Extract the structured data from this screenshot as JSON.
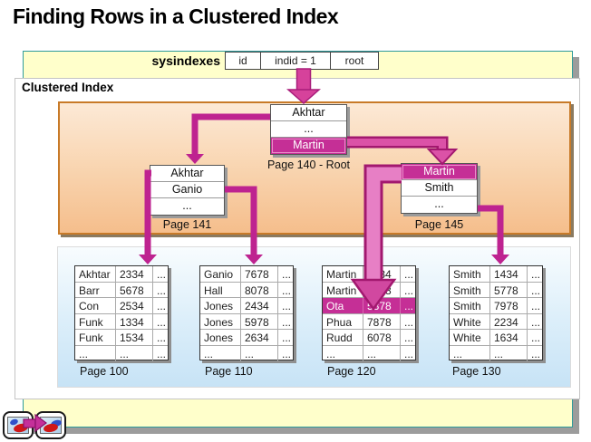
{
  "slide": {
    "title": "Finding Rows in a Clustered Index"
  },
  "sysindexes": {
    "label": "sysindexes",
    "columns": [
      "id",
      "indid = 1",
      "root"
    ]
  },
  "clustered_index": {
    "label": "Clustered Index"
  },
  "root_page": {
    "caption": "Page 140 - Root",
    "highlight_row": 2,
    "rows": [
      "Akhtar",
      "...",
      "Martin"
    ]
  },
  "index_page_141": {
    "caption": "Page 141",
    "rows": [
      "Akhtar",
      "Ganio",
      "..."
    ]
  },
  "index_page_145": {
    "caption": "Page 145",
    "highlight_row": 0,
    "rows": [
      "Martin",
      "Smith",
      "..."
    ]
  },
  "leaf_page_100": {
    "caption": "Page 100",
    "rows": [
      [
        "Akhtar",
        "2334",
        "..."
      ],
      [
        "Barr",
        "5678",
        "..."
      ],
      [
        "Con",
        "2534",
        "..."
      ],
      [
        "Funk",
        "1334",
        "..."
      ],
      [
        "Funk",
        "1534",
        "..."
      ],
      [
        "...",
        "...",
        "..."
      ]
    ]
  },
  "leaf_page_110": {
    "caption": "Page 110",
    "rows": [
      [
        "Ganio",
        "7678",
        "..."
      ],
      [
        "Hall",
        "8078",
        "..."
      ],
      [
        "Jones",
        "2434",
        "..."
      ],
      [
        "Jones",
        "5978",
        "..."
      ],
      [
        "Jones",
        "2634",
        "..."
      ],
      [
        "...",
        "...",
        "..."
      ]
    ]
  },
  "leaf_page_120": {
    "caption": "Page 120",
    "highlight_row": 2,
    "rows": [
      [
        "Martin",
        "1234",
        "..."
      ],
      [
        "Martin",
        "7778",
        "..."
      ],
      [
        "Ota",
        "5878",
        "..."
      ],
      [
        "Phua",
        "7878",
        "..."
      ],
      [
        "Rudd",
        "6078",
        "..."
      ],
      [
        "...",
        "...",
        "..."
      ]
    ]
  },
  "leaf_page_130": {
    "caption": "Page 130",
    "rows": [
      [
        "Smith",
        "1434",
        "..."
      ],
      [
        "Smith",
        "5778",
        "..."
      ],
      [
        "Smith",
        "7978",
        "..."
      ],
      [
        "White",
        "2234",
        "..."
      ],
      [
        "White",
        "1634",
        "..."
      ],
      [
        "...",
        "...",
        "..."
      ]
    ]
  },
  "colors": {
    "highlight_magenta": "#C52F96",
    "arrow_dark_magenta": "#BE2390",
    "arrow_light_pink": "#E77FC5",
    "orange_border": "#C87A28",
    "banner_yellow": "#FFFFCB"
  }
}
